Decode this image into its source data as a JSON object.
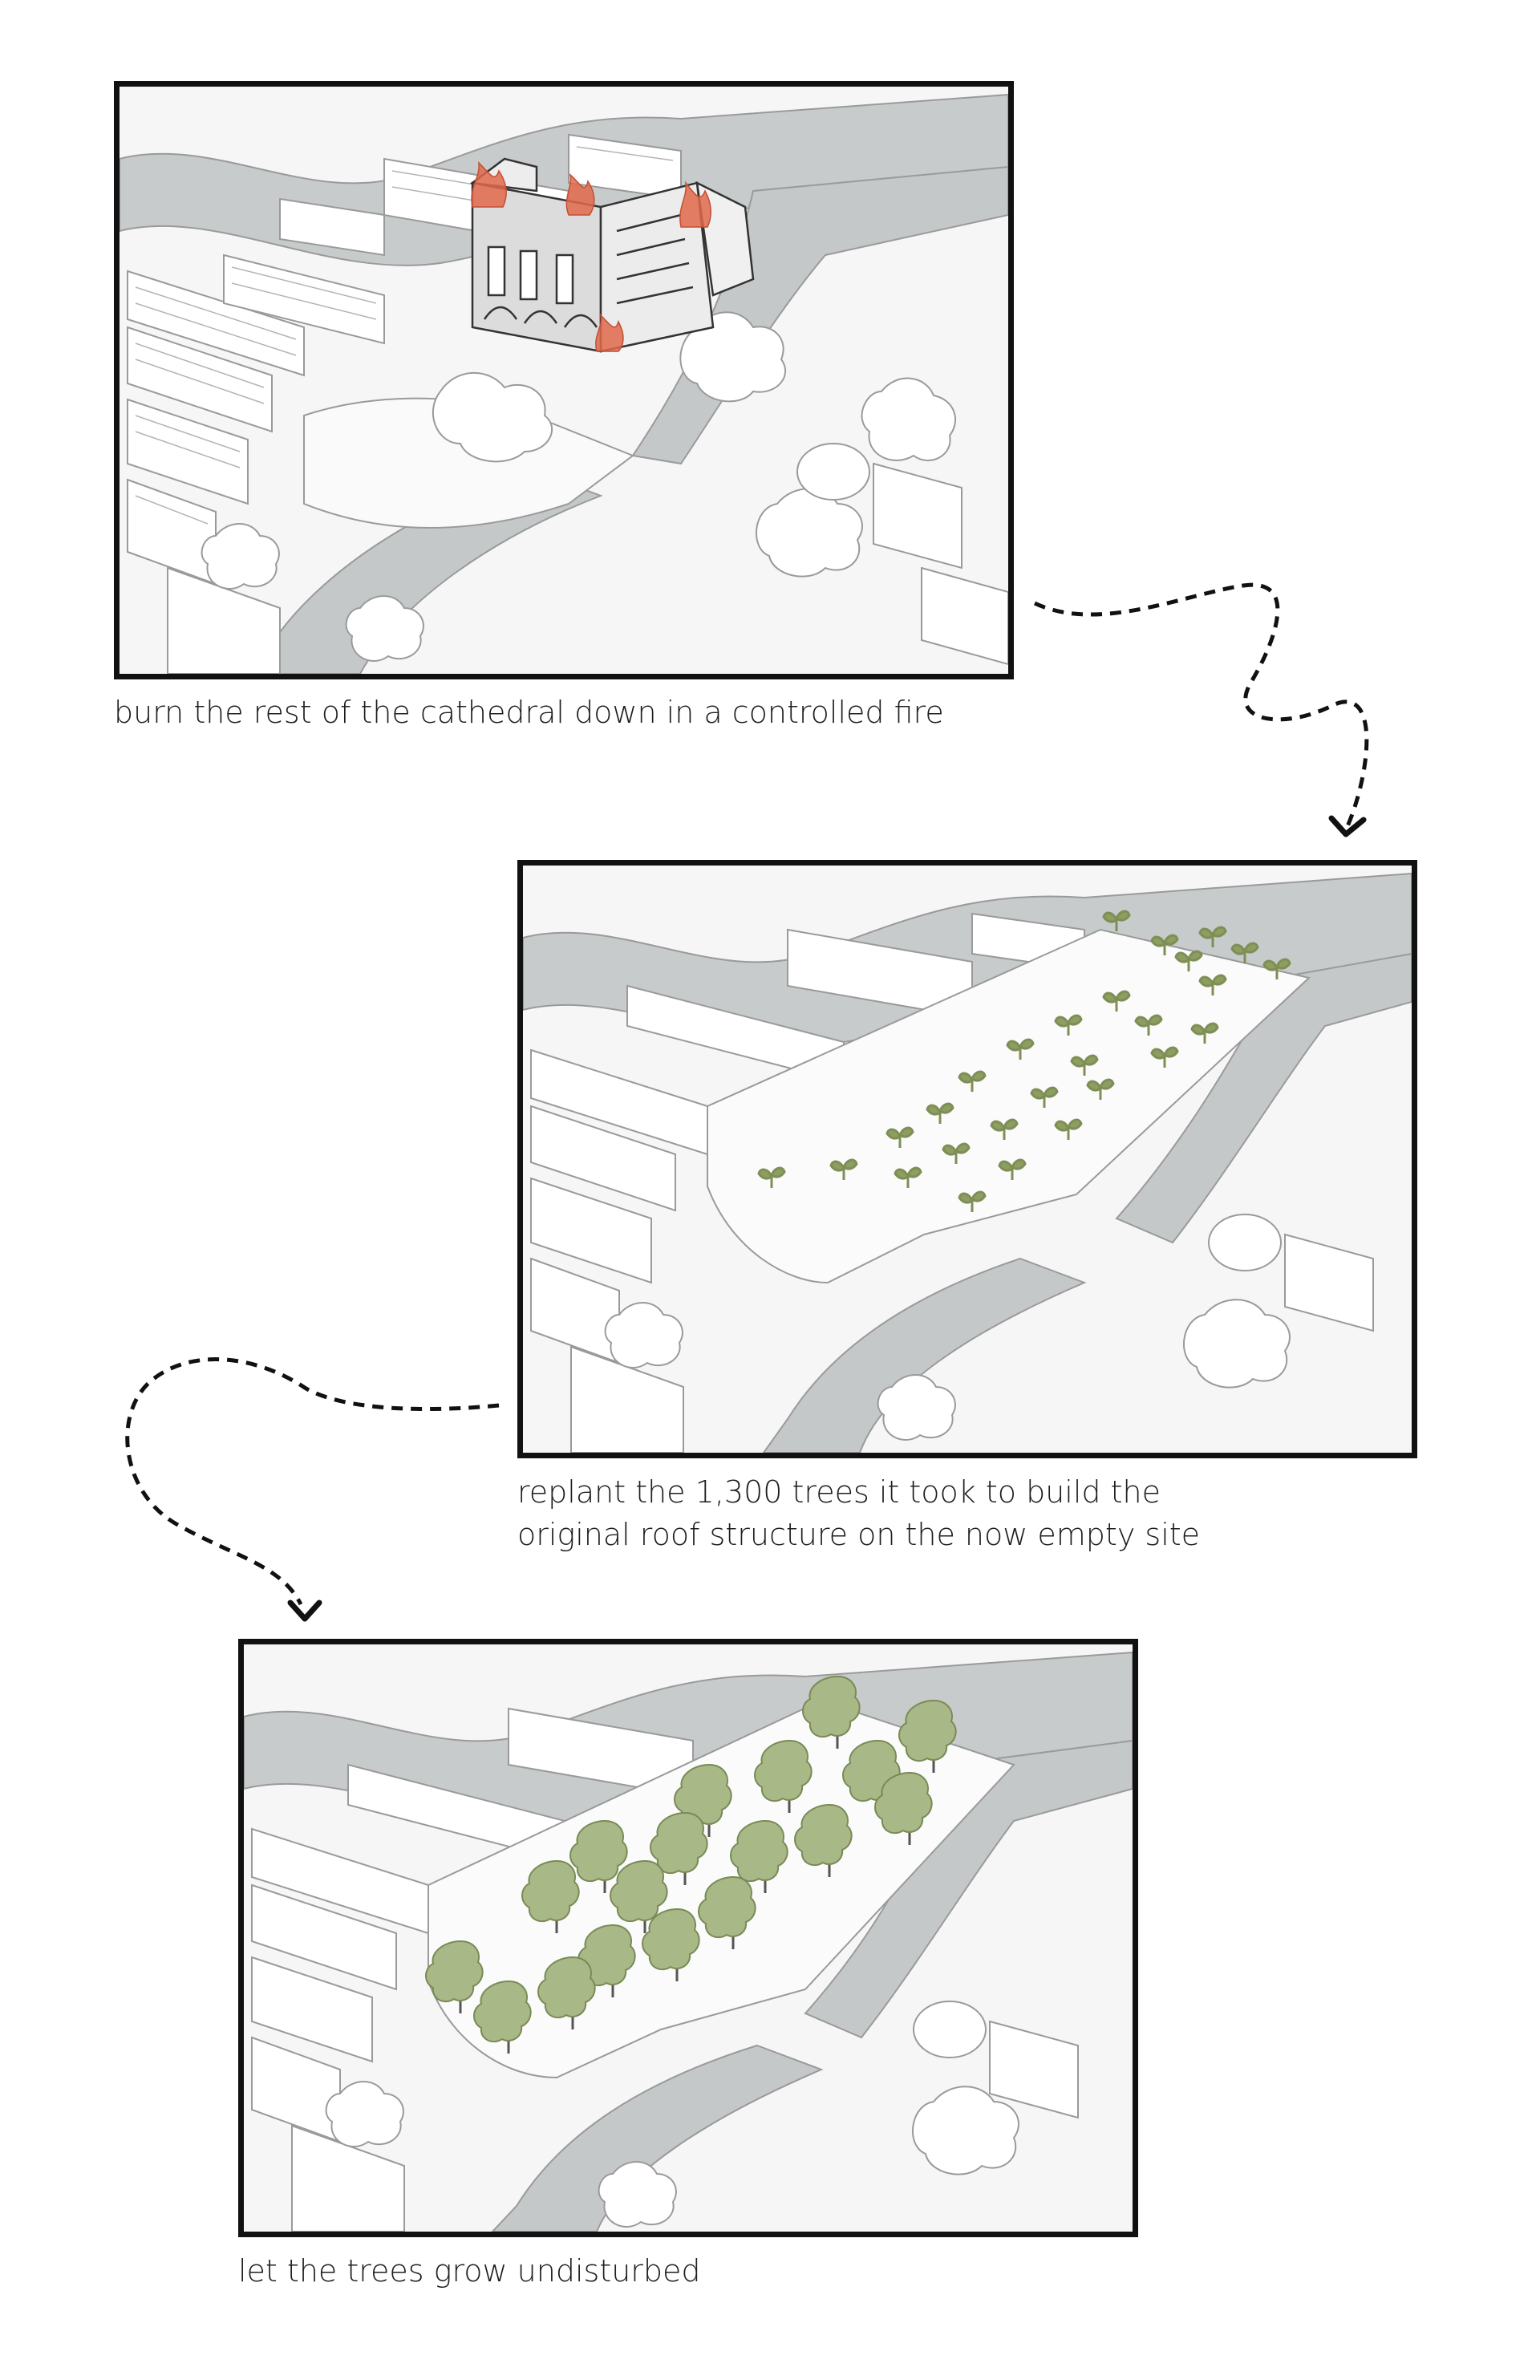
{
  "steps": [
    {
      "caption": "burn the rest of the cathedral down in a controlled fire"
    },
    {
      "caption_line1": "replant the 1,300 trees it took to build the",
      "caption_line2": "original roof structure on the now empty site"
    },
    {
      "caption": "let the trees grow undisturbed"
    }
  ],
  "colors": {
    "river": "#c8cbcb",
    "river_dark": "#b3b7b7",
    "line": "#9a9a9a",
    "frame": "#111111",
    "fire": "#e0694a",
    "sapling": "#8e9e63",
    "tree": "#a8b886",
    "tree_trunk": "#555555"
  },
  "icons": {
    "fire": "flame-icon",
    "sapling": "sapling-icon",
    "tree": "tree-icon",
    "arrow": "dashed-arrow-icon"
  }
}
